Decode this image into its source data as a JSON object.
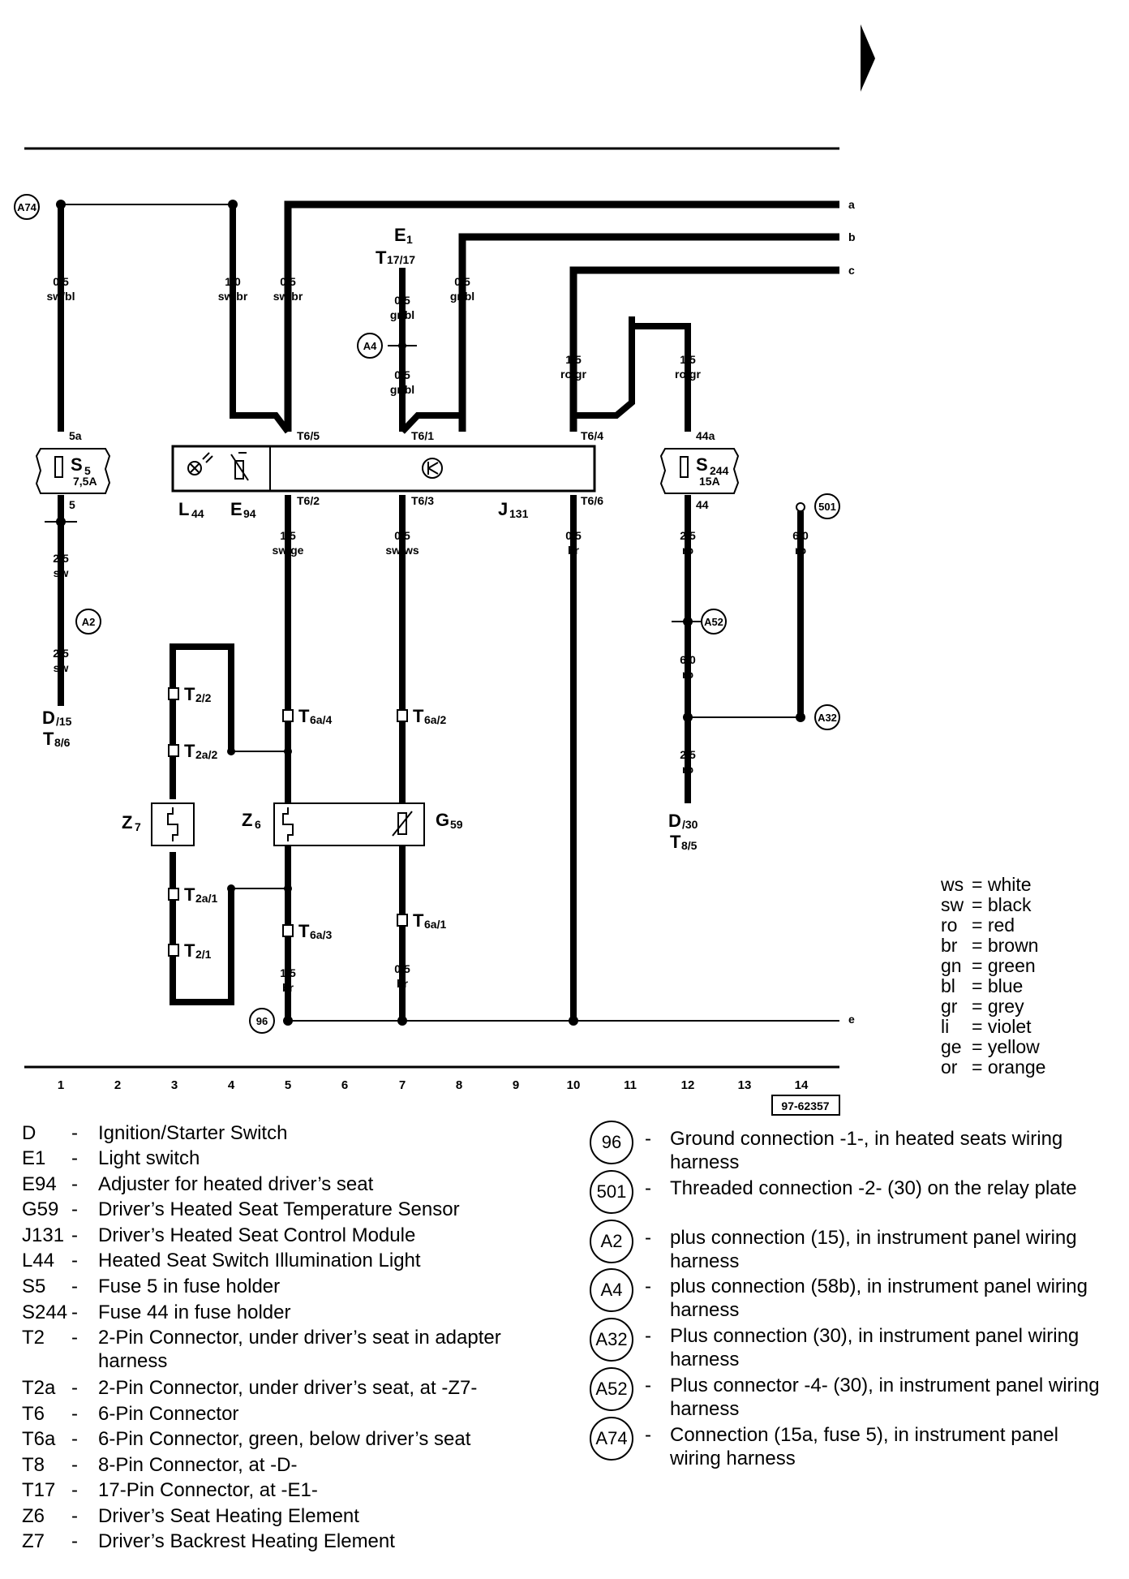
{
  "diagram_id": "97-62357",
  "columns": [
    "1",
    "2",
    "3",
    "4",
    "5",
    "6",
    "7",
    "8",
    "9",
    "10",
    "11",
    "12",
    "13",
    "14"
  ],
  "bus_labels": {
    "a": "a",
    "b": "b",
    "c": "c",
    "e": "e"
  },
  "components": {
    "S5": {
      "main": "S",
      "sub": "5",
      "rating": "7,5A",
      "pin_in": "5a",
      "pin_out": "5"
    },
    "S244": {
      "main": "S",
      "sub": "244",
      "rating": "15A",
      "pin_in": "44a",
      "pin_out": "44"
    },
    "L44": {
      "main": "L",
      "sub": "44"
    },
    "E94": {
      "main": "E",
      "sub": "94"
    },
    "J131": {
      "main": "J",
      "sub": "131"
    },
    "E1": {
      "main": "E",
      "sub": "1"
    },
    "T17_17": {
      "main": "T",
      "sub": "17/17"
    },
    "D15": {
      "main": "D",
      "sub": "/15"
    },
    "T8_6": {
      "main": "T",
      "sub": "8/6"
    },
    "D30": {
      "main": "D",
      "sub": "/30"
    },
    "T8_5": {
      "main": "T",
      "sub": "8/5"
    },
    "Z7": {
      "main": "Z",
      "sub": "7"
    },
    "Z6": {
      "main": "Z",
      "sub": "6"
    },
    "G59": {
      "main": "G",
      "sub": "59"
    }
  },
  "pins": {
    "T6_5": "T6/5",
    "T6_1": "T6/1",
    "T6_4": "T6/4",
    "T6_2": "T6/2",
    "T6_3": "T6/3",
    "T6_6": "T6/6",
    "T2_2": {
      "main": "T",
      "sub": "2/2"
    },
    "T2a_2": {
      "main": "T",
      "sub": "2a/2"
    },
    "T2a_1": {
      "main": "T",
      "sub": "2a/1"
    },
    "T2_1": {
      "main": "T",
      "sub": "2/1"
    },
    "T6a_4": {
      "main": "T",
      "sub": "6a/4"
    },
    "T6a_2": {
      "main": "T",
      "sub": "6a/2"
    },
    "T6a_3": {
      "main": "T",
      "sub": "6a/3"
    },
    "T6a_1": {
      "main": "T",
      "sub": "6a/1"
    }
  },
  "wires": {
    "w1": {
      "size": "0,5",
      "color": "sw/bl"
    },
    "w4": {
      "size": "1,0",
      "color": "sw/br"
    },
    "w5": {
      "size": "0,5",
      "color": "sw/br"
    },
    "w7a": {
      "size": "0,5",
      "color": "gr/bl"
    },
    "w7b": {
      "size": "0,5",
      "color": "gr/bl"
    },
    "w8": {
      "size": "0,5",
      "color": "gr/bl"
    },
    "w10": {
      "size": "1,5",
      "color": "ro/gr"
    },
    "w12": {
      "size": "1,5",
      "color": "ro/gr"
    },
    "w1b": {
      "size": "2,5",
      "color": "sw"
    },
    "w1c": {
      "size": "2,5",
      "color": "sw"
    },
    "w5b": {
      "size": "1,5",
      "color": "sw/ge"
    },
    "w7c": {
      "size": "0,5",
      "color": "sw/ws"
    },
    "w10b": {
      "size": "0,5",
      "color": "br"
    },
    "w12b": {
      "size": "2,5",
      "color": "ro"
    },
    "w12c": {
      "size": "6,0",
      "color": "ro"
    },
    "w12d": {
      "size": "2,5",
      "color": "ro"
    },
    "w14": {
      "size": "6,0",
      "color": "ro"
    },
    "w5c": {
      "size": "1,5",
      "color": "br"
    },
    "w7d": {
      "size": "0,5",
      "color": "br"
    }
  },
  "connection_points": {
    "A74": "A74",
    "A4": "A4",
    "A2": "A2",
    "A52": "A52",
    "A32": "A32",
    "c501": "501",
    "c96": "96"
  },
  "color_codes": [
    {
      "code": "ws",
      "name": "white"
    },
    {
      "code": "sw",
      "name": "black"
    },
    {
      "code": "ro",
      "name": "red"
    },
    {
      "code": "br",
      "name": "brown"
    },
    {
      "code": "gn",
      "name": "green"
    },
    {
      "code": "bl",
      "name": "blue"
    },
    {
      "code": "gr",
      "name": "grey"
    },
    {
      "code": "li",
      "name": "violet"
    },
    {
      "code": "ge",
      "name": "yellow"
    },
    {
      "code": "or",
      "name": "orange"
    }
  ],
  "legend": [
    {
      "code": "D",
      "desc": "Ignition/Starter Switch"
    },
    {
      "code": "E1",
      "desc": "Light switch"
    },
    {
      "code": "E94",
      "desc": "Adjuster for heated driver’s seat"
    },
    {
      "code": "G59",
      "desc": "Driver’s Heated Seat Temperature Sensor"
    },
    {
      "code": "J131",
      "desc": "Driver’s Heated Seat Control Module"
    },
    {
      "code": "L44",
      "desc": "Heated Seat Switch Illumination Light"
    },
    {
      "code": "S5",
      "desc": "Fuse 5 in fuse holder"
    },
    {
      "code": "S244",
      "desc": "Fuse 44 in fuse holder"
    },
    {
      "code": "T2",
      "desc": "2-Pin Connector, under driver’s seat in adapter harness"
    },
    {
      "code": "T2a",
      "desc": "2-Pin Connector, under driver’s seat, at -Z7-"
    },
    {
      "code": "T6",
      "desc": "6-Pin Connector"
    },
    {
      "code": "T6a",
      "desc": "6-Pin Connector, green, below driver’s seat"
    },
    {
      "code": "T8",
      "desc": "8-Pin Connector, at -D-"
    },
    {
      "code": "T17",
      "desc": "17-Pin Connector, at -E1-"
    },
    {
      "code": "Z6",
      "desc": "Driver’s Seat Heating Element"
    },
    {
      "code": "Z7",
      "desc": "Driver’s Backrest Heating Element"
    }
  ],
  "connection_legend": [
    {
      "code": "96",
      "desc": "Ground connection -1-, in heated seats wiring harness"
    },
    {
      "code": "501",
      "desc": "Threaded connection -2- (30) on the relay plate"
    },
    {
      "code": "A2",
      "desc": "plus connection (15), in instrument panel wiring harness"
    },
    {
      "code": "A4",
      "desc": "plus connection (58b), in instrument panel wiring harness"
    },
    {
      "code": "A32",
      "desc": "Plus connection (30), in instrument panel wiring harness"
    },
    {
      "code": "A52",
      "desc": "Plus connector -4- (30), in instrument panel wiring harness"
    },
    {
      "code": "A74",
      "desc": "Connection (15a, fuse 5), in instrument panel wiring harness"
    }
  ],
  "dash": "-"
}
